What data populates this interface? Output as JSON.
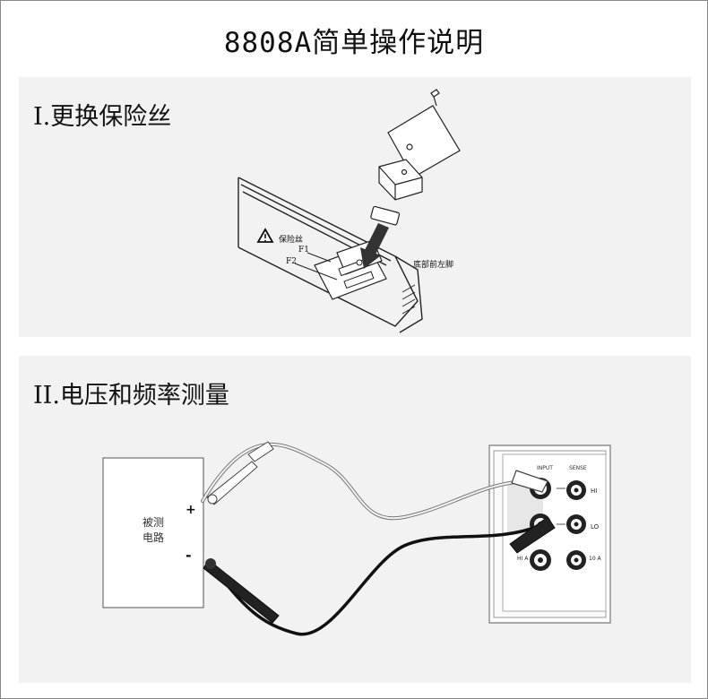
{
  "document": {
    "title": "8808A简单操作说明"
  },
  "sections": [
    {
      "title": "I.更换保险丝",
      "labels": {
        "fuse": "保险丝",
        "f1": "F1",
        "f2": "F2",
        "location": "底部前左脚"
      }
    },
    {
      "title": "II.电压和频率测量",
      "labels": {
        "circuit_line1": "被测",
        "circuit_line2": "电路",
        "plus": "+",
        "minus": "-",
        "input": "INPUT",
        "sense": "SENSE",
        "hi": "HI",
        "lo": "LO",
        "hi_a": "HI A",
        "ten_a": "10 A"
      }
    }
  ]
}
